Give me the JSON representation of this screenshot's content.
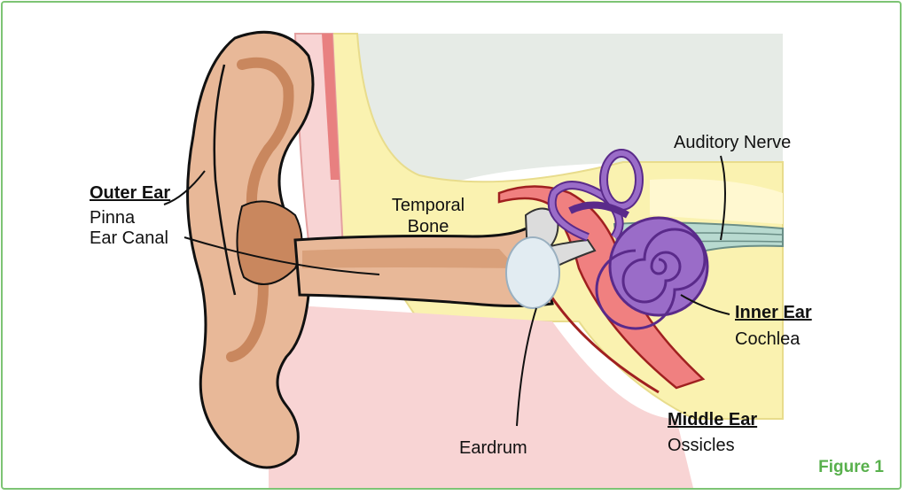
{
  "labels": {
    "outer_ear": {
      "title": "Outer Ear",
      "items": [
        "Pinna",
        "Ear Canal"
      ]
    },
    "temporal_bone": {
      "line1": "Temporal",
      "line2": "Bone"
    },
    "auditory_nerve": "Auditory Nerve",
    "inner_ear": {
      "title": "Inner Ear",
      "items": [
        "Cochlea"
      ]
    },
    "middle_ear": {
      "title": "Middle Ear",
      "items": [
        "Ossicles"
      ]
    },
    "eardrum": "Eardrum"
  },
  "figure_label": "Figure 1",
  "colors": {
    "border": "#7dc474",
    "figure_label": "#58b04c",
    "skin": "#e8b898",
    "skin_dark": "#c9875e",
    "bone": "#faf2b0",
    "skull_interior": "#e6ebe6",
    "tissue_pink": "#f8d4d4",
    "canal_red": "#f08080",
    "cochlea_purple": "#9a6cc8",
    "cochlea_outline": "#5a2a8a",
    "nerve": "#b8dad0",
    "eardrum": "#e2ecf2"
  }
}
